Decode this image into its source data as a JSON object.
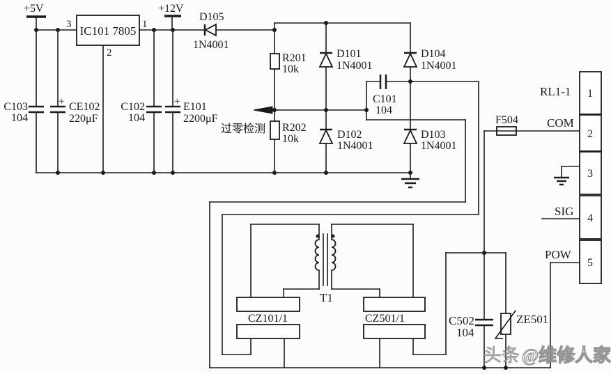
{
  "power": {
    "v5": "+5V",
    "v12": "+12V"
  },
  "regulator": {
    "label": "IC101 7805",
    "pin_in": "3",
    "pin_out": "1",
    "pin_gnd": "2"
  },
  "capacitors": {
    "c103": {
      "ref": "C103",
      "value": "104"
    },
    "ce102": {
      "ref": "CE102",
      "value": "220μF",
      "polarity": "+"
    },
    "c102": {
      "ref": "C102",
      "value": "104"
    },
    "e101": {
      "ref": "E101",
      "value": "2200μF",
      "polarity": "+"
    },
    "c101": {
      "ref": "C101",
      "value": "104"
    },
    "c502": {
      "ref": "C502",
      "value": "104"
    }
  },
  "resistors": {
    "r201": {
      "ref": "R201",
      "value": "10k"
    },
    "r202": {
      "ref": "R202",
      "value": "10k"
    }
  },
  "diodes": {
    "d105": {
      "ref": "D105",
      "part": "1N4001"
    },
    "d101": {
      "ref": "D101",
      "part": "1N4001"
    },
    "d102": {
      "ref": "D102",
      "part": "1N4001"
    },
    "d103": {
      "ref": "D103",
      "part": "1N4001"
    },
    "d104": {
      "ref": "D104",
      "part": "1N4001"
    }
  },
  "annotation": {
    "zero_cross": "过零检测"
  },
  "fuse": {
    "ref": "F504"
  },
  "varistor": {
    "ref": "ZE501"
  },
  "transformer": {
    "ref": "T1"
  },
  "connectors": {
    "cz101": {
      "ref": "CZ101/1"
    },
    "cz501": {
      "ref": "CZ501/1"
    }
  },
  "relay": {
    "ref": "RL1-1",
    "pins": [
      "1",
      "2",
      "3",
      "4",
      "5"
    ],
    "com": "COM",
    "sig": "SIG",
    "pow": "POW"
  },
  "watermark": {
    "prefix": "头条",
    "suffix": "@维修人家"
  },
  "colors": {
    "line": "#1b1b1b",
    "background": "#fcfcfb",
    "watermark": "#8d8d8d"
  }
}
